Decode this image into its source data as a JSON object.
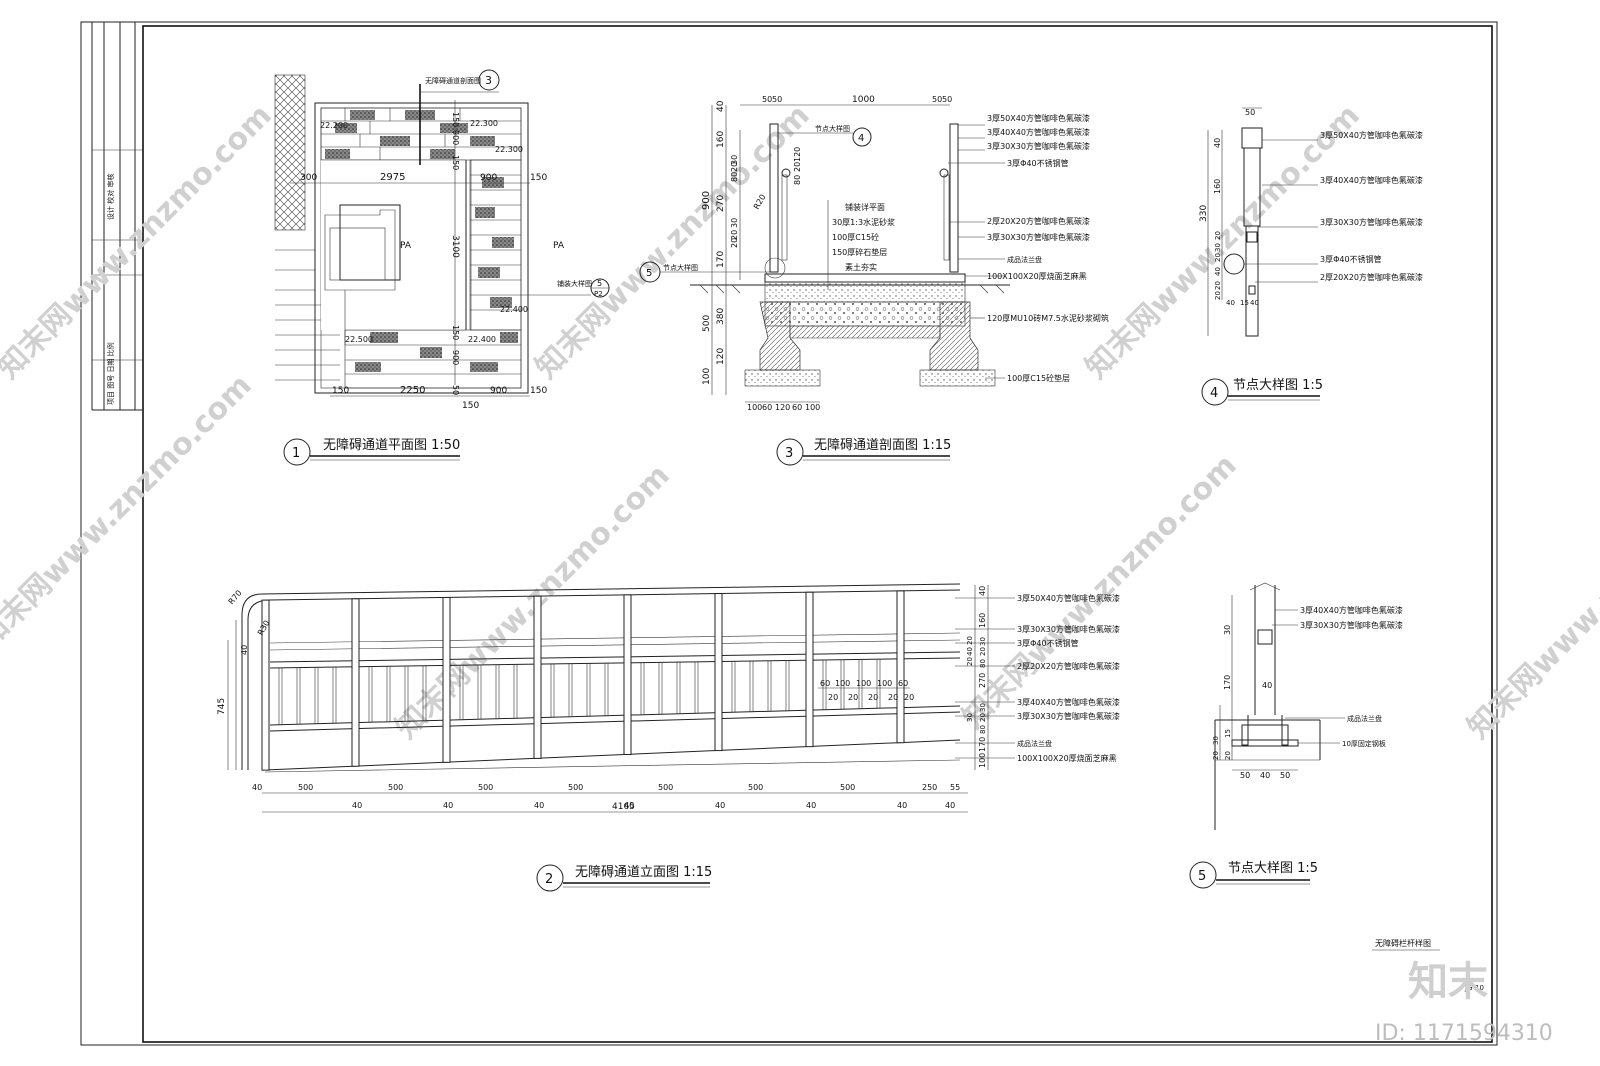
{
  "watermark": "知末网www.znzmo.com",
  "brand": "知末",
  "id_label": "ID: 1171594310",
  "sheet": {
    "title": "无障碍栏杆样图",
    "number": "JG-10"
  },
  "title_block": {
    "upper": "设计 校对 审核",
    "lower": "项目 图号 日期 比例"
  },
  "views": [
    {
      "no": "1",
      "title": "无障碍通道平面图 1:50"
    },
    {
      "no": "2",
      "title": "无障碍通道立面图 1:15"
    },
    {
      "no": "3",
      "title": "无障碍通道剖面图 1:15"
    },
    {
      "no": "4",
      "title": "节点大样图 1:5"
    },
    {
      "no": "5",
      "title": "节点大样图 1:5"
    }
  ],
  "plan": {
    "section_ref": "无障碍通道剖面图",
    "section_ref_no": "3",
    "paving_ref": "铺装大样图",
    "paving_ref_no": "5",
    "paving_ref_sheet": "P2",
    "area_labels": [
      "PA",
      "PA"
    ],
    "elevations": [
      "22.200",
      "22.300",
      "22.300",
      "22.500",
      "22.400",
      "22.400"
    ],
    "dims_top": [
      "300",
      "2975",
      "900",
      "150"
    ],
    "dims_bottom": [
      "150",
      "2250",
      "150",
      "900",
      "150"
    ],
    "dims_side": [
      "150",
      "900",
      "150",
      "3100",
      "150",
      "900"
    ],
    "dim_small": "50"
  },
  "section": {
    "dims_top": [
      "50",
      "50",
      "1000",
      "50",
      "50"
    ],
    "dims_left": [
      "40",
      "160",
      "900",
      "270",
      "170",
      "500",
      "100",
      "380",
      "120"
    ],
    "dims_inner": [
      "30",
      "20",
      "80",
      "20",
      "20",
      "30",
      "80",
      "120",
      "20"
    ],
    "dims_bottom": [
      "100",
      "60",
      "120",
      "60",
      "100"
    ],
    "radius": "R20",
    "node_ref": "节点大样图",
    "node_ref_no": "4",
    "detail_ref": "节点大样图",
    "detail_ref_no": "5",
    "layers": [
      "铺装详平面",
      "30厚1:3水泥砂浆",
      "100厚C15砼",
      "150厚碎石垫层",
      "素土夯实"
    ],
    "callouts": [
      "3厚50X40方管咖啡色氟碳漆",
      "3厚40X40方管咖啡色氟碳漆",
      "3厚30X30方管咖啡色氟碳漆",
      "3厚Φ40不锈钢管",
      "2厚20X20方管咖啡色氟碳漆",
      "3厚30X30方管咖啡色氟碳漆",
      "成品法兰盘",
      "100X100X20厚烧面芝麻黑",
      "120厚MU10砖M7.5水泥砂浆砌筑",
      "100厚C15砼垫层"
    ]
  },
  "node4": {
    "dims": [
      "50",
      "40",
      "160",
      "330",
      "20",
      "30",
      "20",
      "40",
      "20",
      "20",
      "40",
      "15",
      "40"
    ],
    "callouts": [
      "3厚50X40方管咖啡色氟碳漆",
      "3厚40X40方管咖啡色氟碳漆",
      "3厚30X30方管咖啡色氟碳漆",
      "3厚Φ40不锈钢管",
      "2厚20X20方管咖啡色氟碳漆"
    ]
  },
  "elevation": {
    "radii": [
      "R70",
      "R30"
    ],
    "dims_left": [
      "40",
      "745"
    ],
    "dims_right": [
      "40",
      "160",
      "30",
      "20",
      "80",
      "20",
      "40",
      "20",
      "270",
      "30",
      "20",
      "80",
      "30",
      "170",
      "100"
    ],
    "baluster_dims": [
      "60",
      "100",
      "100",
      "100",
      "60"
    ],
    "baluster_gaps": [
      "20",
      "20",
      "20",
      "20",
      "20"
    ],
    "dims_bottom": [
      "40",
      "500",
      "40",
      "500",
      "40",
      "500",
      "40",
      "500",
      "40",
      "500",
      "40",
      "500",
      "40",
      "500",
      "40",
      "250",
      "55",
      "40"
    ],
    "total": "4165",
    "callouts": [
      "3厚50X40方管咖啡色氟碳漆",
      "3厚30X30方管咖啡色氟碳漆",
      "3厚Φ40不锈钢管",
      "2厚20X20方管咖啡色氟碳漆",
      "3厚40X40方管咖啡色氟碳漆",
      "3厚30X30方管咖啡色氟碳漆",
      "成品法兰盘",
      "100X100X20厚烧面芝麻黑"
    ]
  },
  "node5": {
    "dims": [
      "30",
      "170",
      "40",
      "20",
      "30",
      "15",
      "20",
      "50",
      "40",
      "50"
    ],
    "callouts": [
      "3厚40X40方管咖啡色氟碳漆",
      "3厚30X30方管咖啡色氟碳漆",
      "成品法兰盘",
      "10厚固定钢板"
    ]
  }
}
